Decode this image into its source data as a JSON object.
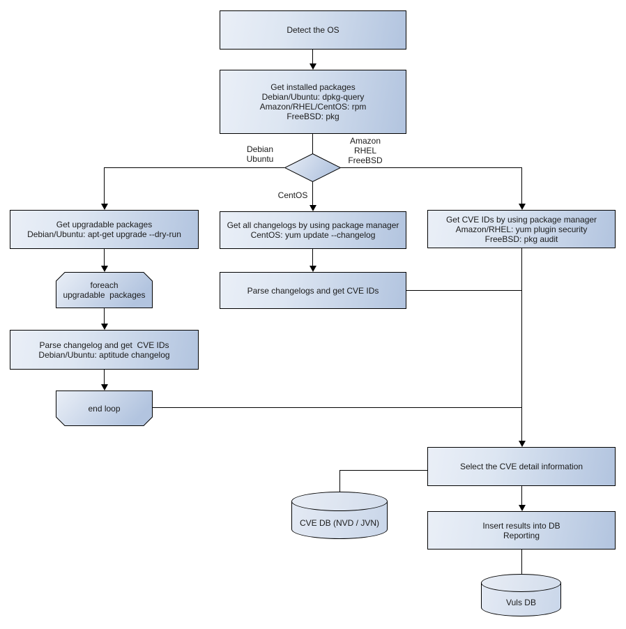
{
  "nodes": {
    "detect_os": {
      "lines": [
        "Detect the OS"
      ]
    },
    "get_installed_packages": {
      "lines": [
        "Get installed packages",
        "Debian/Ubuntu: dpkg-query",
        "Amazon/RHEL/CentOS: rpm",
        "FreeBSD: pkg"
      ]
    },
    "get_upgradable_packages": {
      "lines": [
        "Get upgradable packages",
        "Debian/Ubuntu: apt-get upgrade --dry-run"
      ]
    },
    "foreach_loop": {
      "lines": [
        "foreach",
        "upgradable  packages"
      ]
    },
    "parse_changelog_debian": {
      "lines": [
        "Parse changelog and get  CVE IDs",
        "Debian/Ubuntu: aptitude changelog"
      ]
    },
    "end_loop": {
      "lines": [
        "end loop"
      ]
    },
    "get_all_changelogs": {
      "lines": [
        "Get all changelogs by using package manager",
        "CentOS: yum update --changelog"
      ]
    },
    "parse_changelogs_centos": {
      "lines": [
        "Parse changelogs and get CVE IDs"
      ]
    },
    "get_cve_ids_pkg_manager": {
      "lines": [
        "Get CVE IDs by using package manager",
        "Amazon/RHEL: yum plugin security",
        "FreeBSD: pkg audit"
      ]
    },
    "select_cve_detail": {
      "lines": [
        "Select the CVE detail information"
      ]
    },
    "cve_db": {
      "lines": [
        "CVE DB (NVD / JVN)"
      ]
    },
    "insert_results": {
      "lines": [
        "Insert results into DB",
        "Reporting"
      ]
    },
    "vuls_db": {
      "lines": [
        "Vuls DB"
      ]
    }
  },
  "branch_labels": {
    "debian": {
      "lines": [
        "Debian",
        "Ubuntu"
      ]
    },
    "amazon": {
      "lines": [
        "Amazon",
        "RHEL",
        "FreeBSD"
      ]
    },
    "centos": {
      "lines": [
        "CentOS"
      ]
    }
  },
  "colors": {
    "background": "#ffffff",
    "border": "#000000",
    "node_fill_light": "#eaeff7",
    "node_fill_dark": "#b2c4df",
    "cylinder_fill_light": "#e4eaf4",
    "cylinder_fill_dark": "#c9d6e9",
    "text": "#1a1a1a"
  }
}
